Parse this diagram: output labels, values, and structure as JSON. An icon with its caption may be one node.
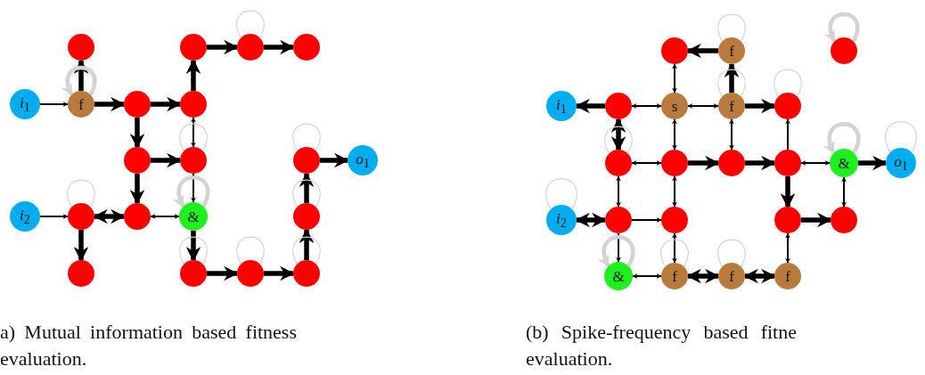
{
  "diagram": {
    "nodes": [
      {
        "text": [
          "*i*$_{1}$"
        ]
      },
      {
        "text": [
          "f"
        ]
      },
      {
        "text": [],
        "shape": "circle"
      },
      {
        "text": [],
        "shape": "circle"
      },
      {
        "text": [],
        "shape": "circle"
      },
      {
        "text": [],
        "shape": "circle"
      },
      {
        "text": [],
        "shape": "circle"
      },
      {
        "text": [],
        "shape": "circle"
      },
      {
        "text": [],
        "shape": "circle"
      },
      {
        "text": [],
        "shape": "circle"
      },
      {
        "text": [
          "*i*$_{2}$"
        ]
      },
      {
        "text": [],
        "shape": "circle"
      },
      {
        "text": [],
        "shape": "circle"
      },
      {
        "text": [
          "&"
        ]
      },
      {
        "text": [],
        "shape": "circle"
      },
      {
        "text": [],
        "shape": "circle"
      },
      {
        "text": [],
        "shape": "circle"
      },
      {
        "text": [],
        "shape": "circle"
      },
      {
        "text": [],
        "shape": "circle"
      },
      {
        "text": [],
        "shape": "circle"
      },
      {
        "text": [
          "*o*$_{1}$"
        ]
      },
      {
        "text": [],
        "shape": "circle"
      },
      {
        "text": [
          "f"
        ]
      },
      {
        "text": [],
        "shape": "circle"
      },
      {
        "text": [
          "*i*$_{1}$"
        ]
      },
      {
        "text": [],
        "shape": "circle"
      },
      {
        "text": [
          "s"
        ]
      },
      {
        "text": [
          "f"
        ]
      },
      {
        "text": [],
        "shape": "circle"
      },
      {
        "text": [],
        "shape": "circle"
      },
      {
        "text": [],
        "shape": "circle"
      },
      {
        "text": [],
        "shape": "circle"
      },
      {
        "text": [],
        "shape": "circle"
      },
      {
        "text": [
          "&"
        ]
      },
      {
        "text": [
          "*o*$_{1}$"
        ]
      },
      {
        "text": [
          "*i*$_{2}$"
        ]
      },
      {
        "text": [],
        "shape": "circle"
      },
      {
        "text": [],
        "shape": "circle"
      },
      {
        "text": [],
        "shape": "circle"
      },
      {
        "text": [],
        "shape": "circle"
      },
      {
        "text": [
          "&"
        ]
      },
      {
        "text": [
          "f"
        ]
      },
      {
        "text": [
          "f"
        ]
      },
      {
        "text": [
          "f"
        ]
      }
    ],
    "edges": [
      {
        "from": 0,
        "to": 1,
        "arrow": "to"
      },
      {
        "from": 1,
        "to": 2,
        "arrow": "to",
        "style": "thick"
      },
      {
        "from": 1,
        "to": 3,
        "arrow": "to",
        "style": "thick"
      },
      {
        "from": 3,
        "to": 4,
        "arrow": "to",
        "style": "thick"
      },
      {
        "from": 4,
        "to": 5,
        "arrow": "to",
        "style": "thick"
      },
      {
        "from": 5,
        "to": 6,
        "arrow": "to",
        "style": "thick"
      },
      {
        "from": 6,
        "to": 7,
        "arrow": "to",
        "style": "thick"
      },
      {
        "from": 4,
        "to": 9,
        "arrow": "both"
      },
      {
        "from": 3,
        "to": 8,
        "arrow": "to",
        "style": "thick"
      },
      {
        "from": 8,
        "to": 9,
        "arrow": "to",
        "style": "thick"
      },
      {
        "from": 8,
        "to": 12,
        "arrow": "to",
        "style": "thick"
      },
      {
        "from": 9,
        "to": 13,
        "arrow": "both"
      },
      {
        "from": 10,
        "to": 11,
        "arrow": "to"
      },
      {
        "from": 11,
        "to": 12,
        "arrow": "both",
        "style": "thick"
      },
      {
        "from": 12,
        "to": 13,
        "arrow": "both"
      },
      {
        "from": 11,
        "to": 14,
        "arrow": "to",
        "style": "thick"
      },
      {
        "from": 13,
        "to": 15,
        "arrow": "to",
        "style": "thick"
      },
      {
        "from": 15,
        "to": 16,
        "arrow": "to",
        "style": "thick"
      },
      {
        "from": 16,
        "to": 17,
        "arrow": "to",
        "style": "thick"
      },
      {
        "from": 17,
        "to": 18,
        "arrow": "to",
        "style": "thick"
      },
      {
        "from": 18,
        "to": 19,
        "arrow": "to",
        "style": "thick"
      },
      {
        "from": 19,
        "to": 20,
        "arrow": "to",
        "style": "thick"
      },
      {
        "from": 1,
        "to": 1,
        "arrow": "to",
        "style": "thick",
        "color": "#d3d3d3"
      },
      {
        "from": 6,
        "to": 6,
        "arrow": "none",
        "color": "#d3d3d3"
      },
      {
        "from": 9,
        "to": 9,
        "arrow": "none",
        "color": "#d3d3d3"
      },
      {
        "from": 13,
        "to": 13,
        "arrow": "to",
        "style": "thick",
        "color": "#d3d3d3"
      },
      {
        "from": 11,
        "to": 11,
        "arrow": "none",
        "color": "#d3d3d3"
      },
      {
        "from": 15,
        "to": 15,
        "arrow": "to",
        "color": "#d3d3d3"
      },
      {
        "from": 16,
        "to": 16,
        "arrow": "none",
        "color": "#d3d3d3"
      },
      {
        "from": 17,
        "to": 17,
        "arrow": "to",
        "color": "#d3d3d3"
      },
      {
        "from": 18,
        "to": 18,
        "arrow": "none",
        "color": "#d3d3d3"
      },
      {
        "from": 19,
        "to": 19,
        "arrow": "none",
        "color": "#d3d3d3"
      },
      {
        "from": 22,
        "to": 21,
        "arrow": "to",
        "style": "thick"
      },
      {
        "from": 21,
        "to": 26,
        "arrow": "both"
      },
      {
        "from": 27,
        "to": 22,
        "arrow": "to",
        "style": "thick"
      },
      {
        "from": 25,
        "to": 24,
        "arrow": "to",
        "style": "thick"
      },
      {
        "from": 25,
        "to": 26,
        "arrow": "both"
      },
      {
        "from": 26,
        "to": 27,
        "arrow": "both"
      },
      {
        "from": 27,
        "to": 28,
        "arrow": "to",
        "style": "thick"
      },
      {
        "from": 26,
        "to": 30,
        "arrow": "both"
      },
      {
        "from": 31,
        "to": 27,
        "arrow": "both"
      },
      {
        "from": 32,
        "to": 28,
        "arrow": "to"
      },
      {
        "from": 29,
        "to": 25,
        "arrow": "both",
        "style": "thick"
      },
      {
        "from": 29,
        "to": 30,
        "arrow": "both"
      },
      {
        "from": 30,
        "to": 31,
        "arrow": "to",
        "style": "thick"
      },
      {
        "from": 31,
        "to": 32,
        "arrow": "to",
        "style": "thick"
      },
      {
        "from": 32,
        "to": 33,
        "arrow": "both"
      },
      {
        "from": 33,
        "to": 34,
        "arrow": "to",
        "style": "thick"
      },
      {
        "from": 29,
        "to": 36,
        "arrow": "both"
      },
      {
        "from": 30,
        "to": 37,
        "arrow": "both"
      },
      {
        "from": 36,
        "to": 35,
        "arrow": "both",
        "style": "thick"
      },
      {
        "from": 36,
        "to": 37,
        "arrow": "to"
      },
      {
        "from": 36,
        "to": 40,
        "arrow": "both"
      },
      {
        "from": 37,
        "to": 41,
        "arrow": "both"
      },
      {
        "from": 32,
        "to": 38,
        "arrow": "to",
        "style": "thick"
      },
      {
        "from": 38,
        "to": 39,
        "arrow": "to",
        "style": "thick"
      },
      {
        "from": 39,
        "to": 33,
        "arrow": "both"
      },
      {
        "from": 38,
        "to": 43,
        "arrow": "both"
      },
      {
        "from": 40,
        "to": 41,
        "arrow": "both"
      },
      {
        "from": 41,
        "to": 42,
        "arrow": "both",
        "style": "thick"
      },
      {
        "from": 42,
        "to": 43,
        "arrow": "both",
        "style": "thick"
      },
      {
        "from": 22,
        "to": 22,
        "arrow": "none",
        "color": "#d3d3d3"
      },
      {
        "from": 23,
        "to": 23,
        "arrow": "to",
        "style": "thick",
        "color": "#d3d3d3"
      },
      {
        "from": 27,
        "to": 27,
        "arrow": "none",
        "color": "#d3d3d3"
      },
      {
        "from": 28,
        "to": 28,
        "arrow": "none",
        "color": "#d3d3d3"
      },
      {
        "from": 29,
        "to": 29,
        "arrow": "none",
        "color": "#d3d3d3"
      },
      {
        "from": 33,
        "to": 33,
        "arrow": "to",
        "style": "thick",
        "color": "#d3d3d3"
      },
      {
        "from": 34,
        "to": 34,
        "arrow": "to",
        "color": "#d3d3d3"
      },
      {
        "from": 35,
        "to": 35,
        "arrow": "none",
        "color": "#d3d3d3"
      },
      {
        "from": 40,
        "to": 40,
        "arrow": "to",
        "style": "thick",
        "color": "#d3d3d3"
      },
      {
        "from": 41,
        "to": 41,
        "arrow": "none",
        "color": "#d3d3d3"
      },
      {
        "from": 42,
        "to": 42,
        "arrow": "none",
        "color": "#d3d3d3"
      }
    ],
    "labels": [
      "a) Mutual information based fitness evaluation.",
      "(b) Spike-frequency based fitne evaluation."
    ]
  }
}
